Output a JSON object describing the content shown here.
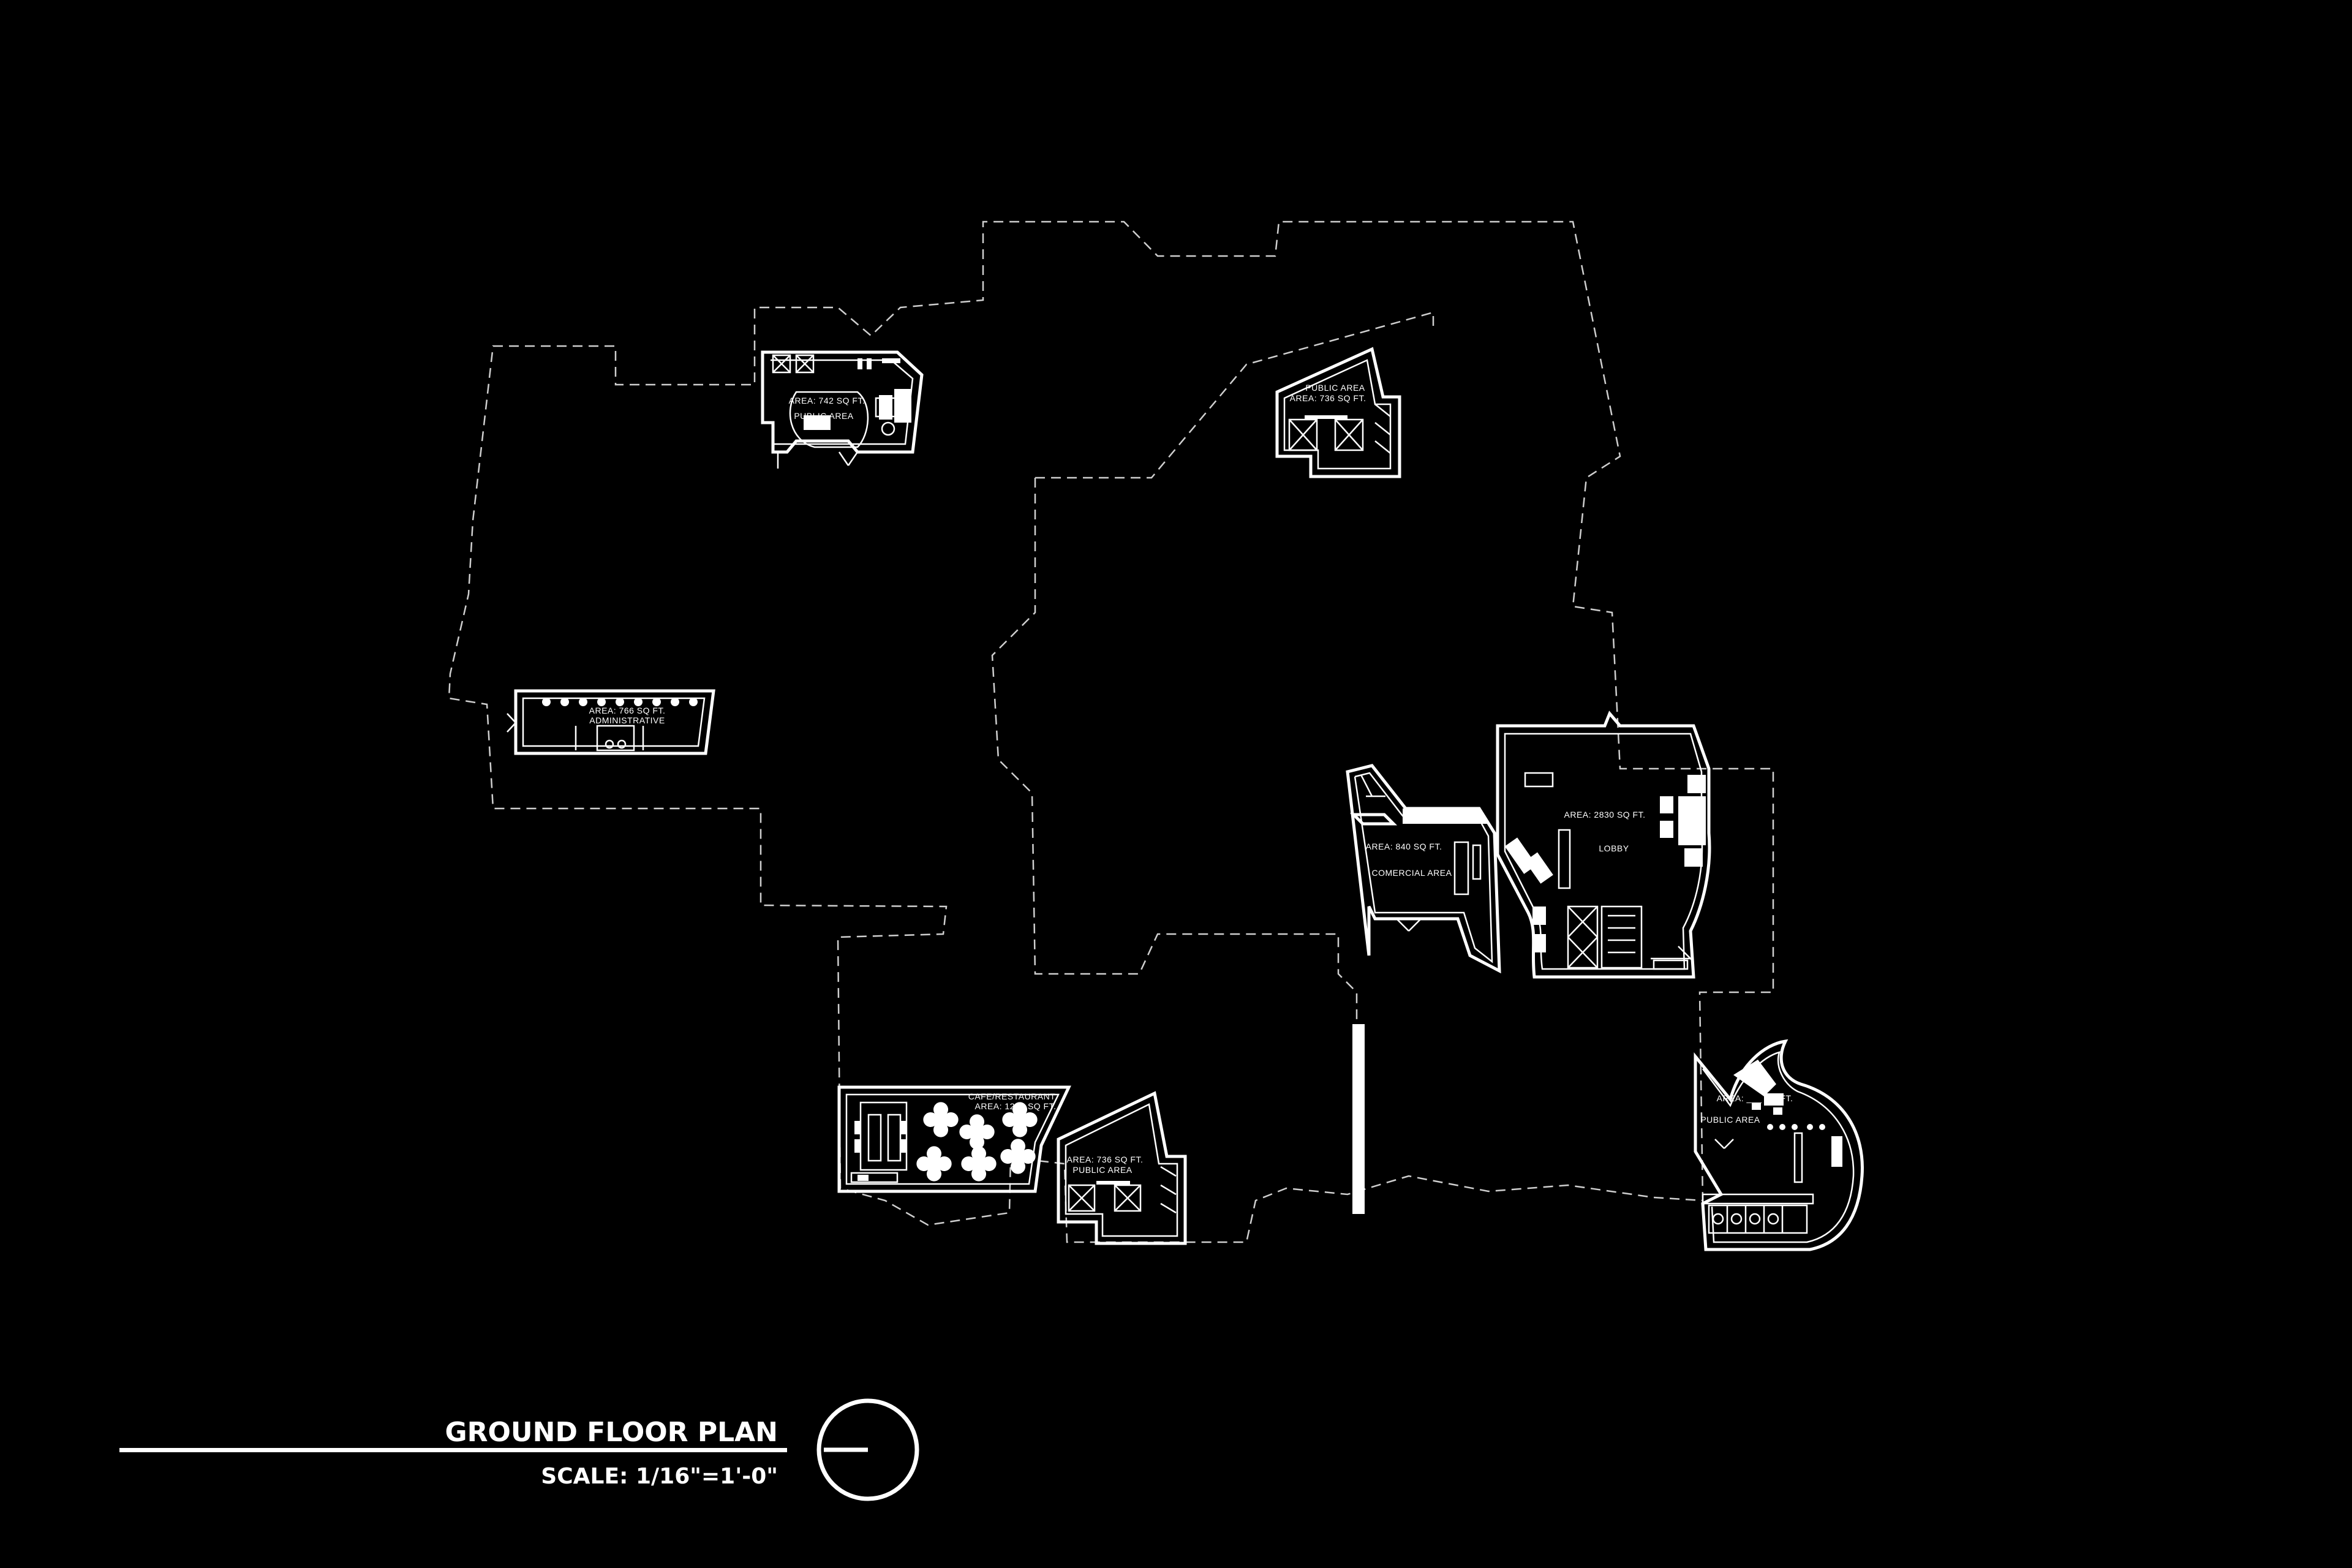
{
  "title_block": {
    "title": "GROUND FLOOR PLAN",
    "scale": "SCALE: 1/16\"=1'-0\""
  },
  "rooms": {
    "admin_area": "AREA: 766 SQ FT.",
    "admin_name": "ADMINISTRATIVE",
    "public_top_left_area": "AREA: 742 SQ FT.",
    "public_top_left_name": "PUBLIC AREA",
    "public_top_right_name": "PUBLIC AREA",
    "public_top_right_area": "AREA: 736 SQ FT.",
    "lobby_area": "AREA: 2830 SQ FT.",
    "lobby_name": "LOBBY",
    "commercial_area": "AREA: 840 SQ FT.",
    "commercial_name": "COMERCIAL AREA",
    "cafe_name": "CAFE/RESTAURANT",
    "cafe_area": "AREA: 1266 SQ FT.",
    "public_bottom_area": "AREA: 736 SQ FT.",
    "public_bottom_name": "PUBLIC AREA",
    "public_right_area": "AREA: ___ SQ FT.",
    "public_right_name": "PUBLIC AREA"
  },
  "colors": {
    "background": "#000000",
    "linework": "#ffffff",
    "site_outline": "#cfcfcf"
  }
}
